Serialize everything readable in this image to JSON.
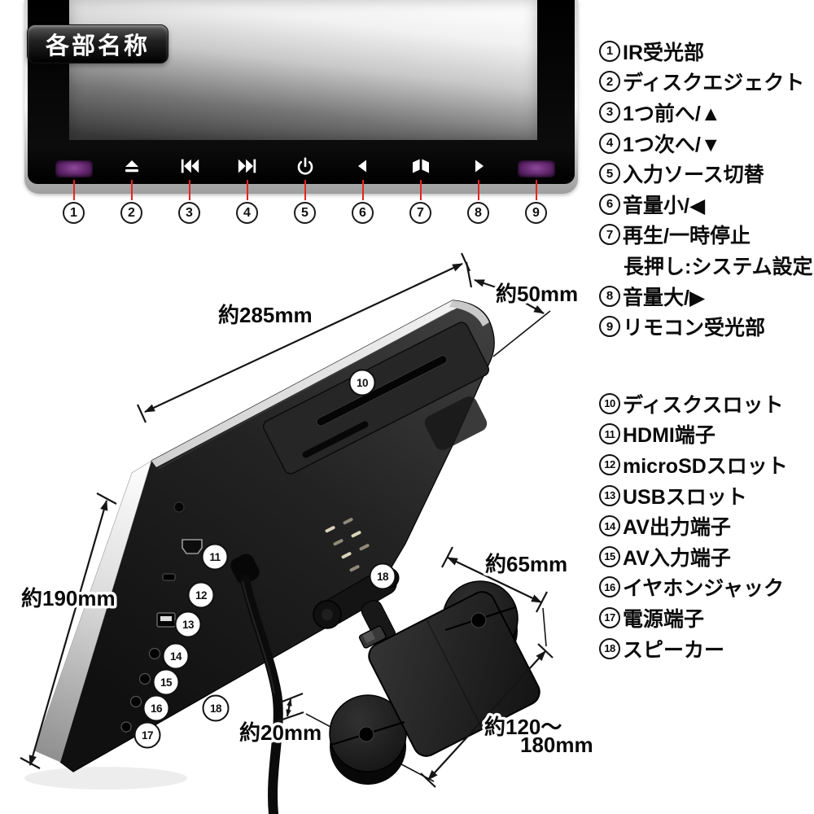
{
  "title": "各部名称",
  "front": {
    "buttons": [
      {
        "num": "1",
        "icon": "ir-window"
      },
      {
        "num": "2",
        "icon": "eject-icon"
      },
      {
        "num": "3",
        "icon": "previous-icon"
      },
      {
        "num": "4",
        "icon": "next-icon"
      },
      {
        "num": "5",
        "icon": "power-icon"
      },
      {
        "num": "6",
        "icon": "left-arrow-icon"
      },
      {
        "num": "7",
        "icon": "play-pause-icon"
      },
      {
        "num": "8",
        "icon": "right-arrow-icon"
      },
      {
        "num": "9",
        "icon": "ir-window"
      }
    ]
  },
  "legend_controls": {
    "items": [
      {
        "num": "1",
        "label": "IR受光部"
      },
      {
        "num": "2",
        "label": "ディスクエジェクト"
      },
      {
        "num": "3",
        "label": "1つ前へ/▲"
      },
      {
        "num": "4",
        "label": "1つ次へ/▼"
      },
      {
        "num": "5",
        "label": "入力ソース切替"
      },
      {
        "num": "6",
        "label": "音量小/◀"
      },
      {
        "num": "7",
        "label": "再生/一時停止"
      },
      {
        "num": "",
        "label": "長押し:システム設定"
      },
      {
        "num": "8",
        "label": "音量大/▶"
      },
      {
        "num": "9",
        "label": "リモコン受光部"
      }
    ]
  },
  "legend_ports": {
    "items": [
      {
        "num": "10",
        "label": "ディスクスロット"
      },
      {
        "num": "11",
        "label": "HDMI端子"
      },
      {
        "num": "12",
        "label": "microSDスロット"
      },
      {
        "num": "13",
        "label": "USBスロット"
      },
      {
        "num": "14",
        "label": "AV出力端子"
      },
      {
        "num": "15",
        "label": "AV入力端子"
      },
      {
        "num": "16",
        "label": "イヤホンジャック"
      },
      {
        "num": "17",
        "label": "電源端子"
      },
      {
        "num": "18",
        "label": "スピーカー"
      }
    ]
  },
  "rear": {
    "callouts": [
      "10",
      "11",
      "12",
      "13",
      "14",
      "15",
      "16",
      "17",
      "18",
      "18"
    ],
    "dimensions": {
      "width": "約285mm",
      "depth": "約50mm",
      "height": "約190mm",
      "bracket_width": "約65mm",
      "slide_gap": "約20mm",
      "range_line1": "約120〜",
      "range_line2": "180mm"
    }
  },
  "colors": {
    "leader_red": "#e8231d",
    "ir_purple": "#5c2367",
    "circle_border": "#111111"
  }
}
